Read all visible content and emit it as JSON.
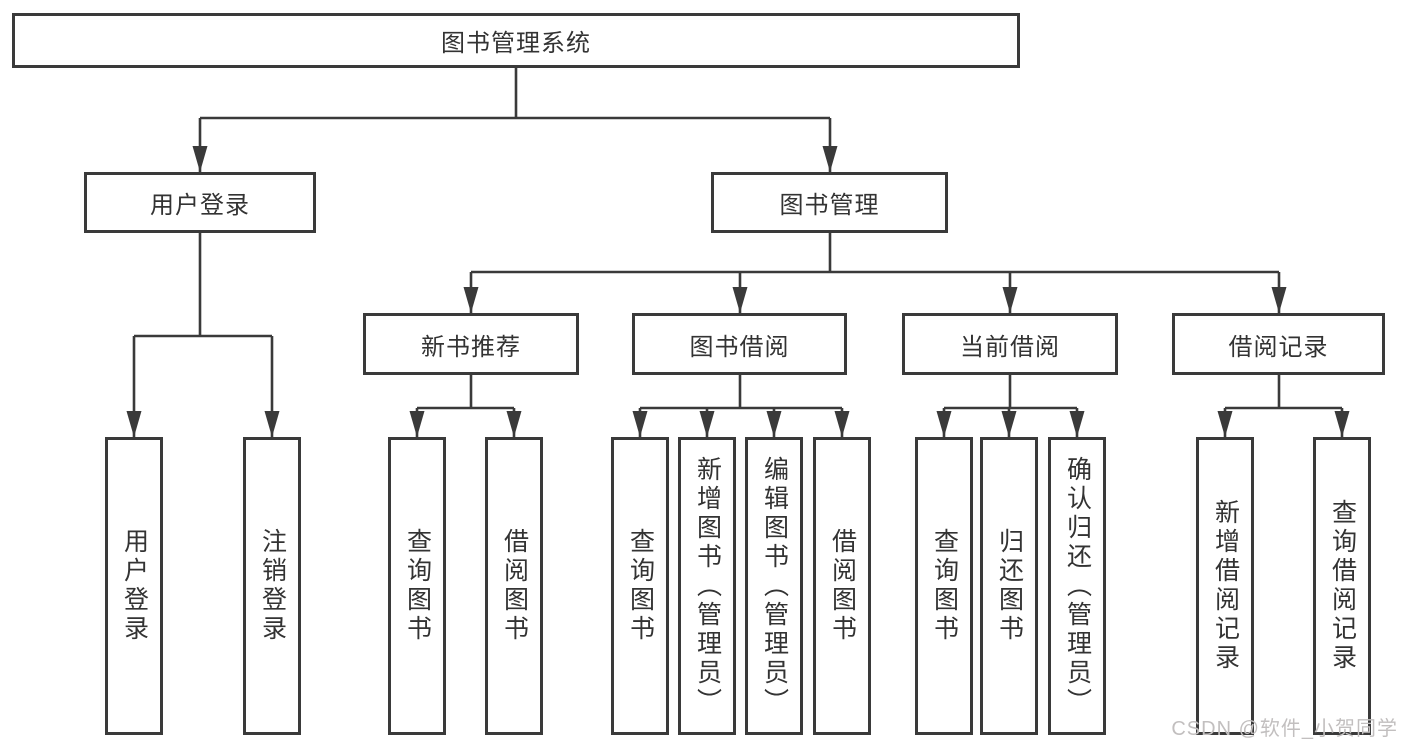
{
  "diagram_title": "图书管理系统",
  "nodes": {
    "root": "图书管理系统",
    "user_login": "用户登录",
    "book_mgmt": "图书管理",
    "new_book": "新书推荐",
    "book_borrow": "图书借阅",
    "current_borrow": "当前借阅",
    "borrow_record": "借阅记录",
    "leaf_user_login": "用户登录",
    "leaf_logout": "注销登录",
    "new_book_query": "查询图书",
    "new_book_borrow": "借阅图书",
    "borrow_query": "查询图书",
    "borrow_add": "新增图书（管理员）",
    "borrow_edit": "编辑图书（管理员）",
    "borrow_borrow": "借阅图书",
    "current_query": "查询图书",
    "current_return": "归还图书",
    "current_confirm": "确认归还（管理员）",
    "record_add": "新增借阅记录",
    "record_query": "查询借阅记录"
  },
  "watermark": "CSDN @软件_小贺同学",
  "colors": {
    "line": "#3a3a3a",
    "text": "#333333",
    "watermark": "#c2bfbf",
    "background": "#ffffff"
  }
}
